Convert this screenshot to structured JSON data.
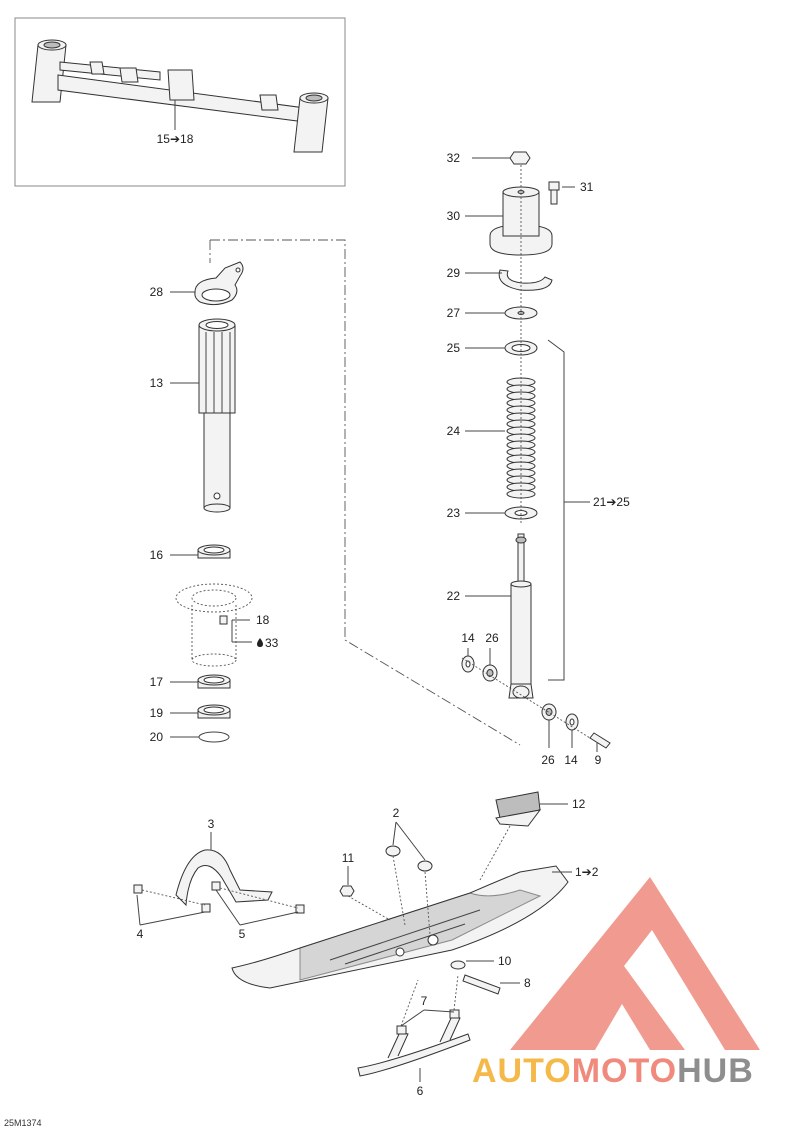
{
  "diagram": {
    "part_code": "25M1374",
    "inset_label": "15➔18",
    "callouts": [
      {
        "id": "c32",
        "text": "32"
      },
      {
        "id": "c31",
        "text": "31"
      },
      {
        "id": "c30",
        "text": "30"
      },
      {
        "id": "c29",
        "text": "29"
      },
      {
        "id": "c27",
        "text": "27"
      },
      {
        "id": "c25",
        "text": "25"
      },
      {
        "id": "c24",
        "text": "24"
      },
      {
        "id": "c23",
        "text": "23"
      },
      {
        "id": "c22",
        "text": "22"
      },
      {
        "id": "c21",
        "text": "21➔25"
      },
      {
        "id": "c14a",
        "text": "14"
      },
      {
        "id": "c26a",
        "text": "26"
      },
      {
        "id": "c26b",
        "text": "26"
      },
      {
        "id": "c14b",
        "text": "14"
      },
      {
        "id": "c9",
        "text": "9"
      },
      {
        "id": "c28",
        "text": "28"
      },
      {
        "id": "c13",
        "text": "13"
      },
      {
        "id": "c16",
        "text": "16"
      },
      {
        "id": "c18",
        "text": "18"
      },
      {
        "id": "c33",
        "text": "33"
      },
      {
        "id": "c17",
        "text": "17"
      },
      {
        "id": "c19",
        "text": "19"
      },
      {
        "id": "c20",
        "text": "20"
      },
      {
        "id": "c3",
        "text": "3"
      },
      {
        "id": "c2",
        "text": "2"
      },
      {
        "id": "c12",
        "text": "12"
      },
      {
        "id": "c11",
        "text": "11"
      },
      {
        "id": "c1",
        "text": "1➔2"
      },
      {
        "id": "c4",
        "text": "4"
      },
      {
        "id": "c5",
        "text": "5"
      },
      {
        "id": "c10",
        "text": "10"
      },
      {
        "id": "c8",
        "text": "8"
      },
      {
        "id": "c7",
        "text": "7"
      },
      {
        "id": "c6",
        "text": "6"
      }
    ]
  },
  "watermark": {
    "word_a": "AUTO",
    "word_b": "MOTO",
    "word_c": "HUB",
    "color_a": "#f5b94a",
    "color_b": "#ef8a7c",
    "color_c": "#8e8e8e"
  }
}
